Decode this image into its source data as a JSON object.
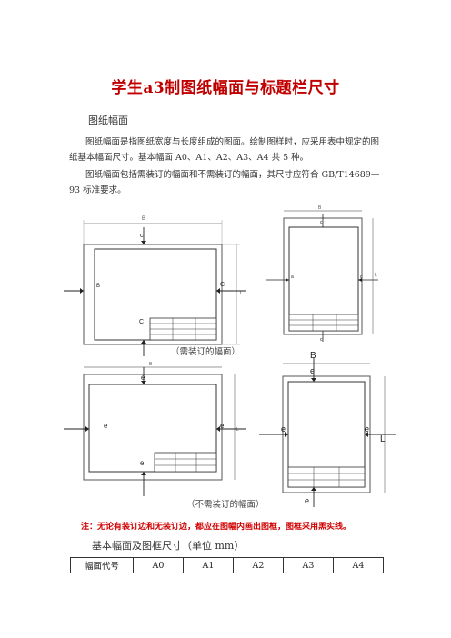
{
  "title": "学生a3制图纸幅面与标题栏尺寸",
  "section_heading": "图纸幅面",
  "paragraphs": [
    "图纸幅面是指图纸宽度与长度组成的图面。绘制图样时，应采用表中规定的图纸基本幅面尺寸。基本幅面 A0、A1、A2、A3、A4 共 5 种。",
    "图纸幅面包括需装订的幅面和不需装订的幅面，其尺寸应符合 GB/T14689—93 标准要求。"
  ],
  "diagrams": {
    "bound_caption": "（需装订的幅面）",
    "unbound_caption": "（不需装订的幅面）",
    "labels": {
      "B": "B",
      "L": "L",
      "c": "c",
      "C": "C",
      "a": "a",
      "e": "e"
    }
  },
  "note": "注：无论有装订边和无装订边，都应在图幅内画出图框，图框采用黑实线。",
  "table_heading": "基本幅面及图框尺寸（单位 mm）",
  "table": {
    "header": [
      "幅面代号",
      "A0",
      "A1",
      "A2",
      "A3",
      "A4"
    ]
  }
}
